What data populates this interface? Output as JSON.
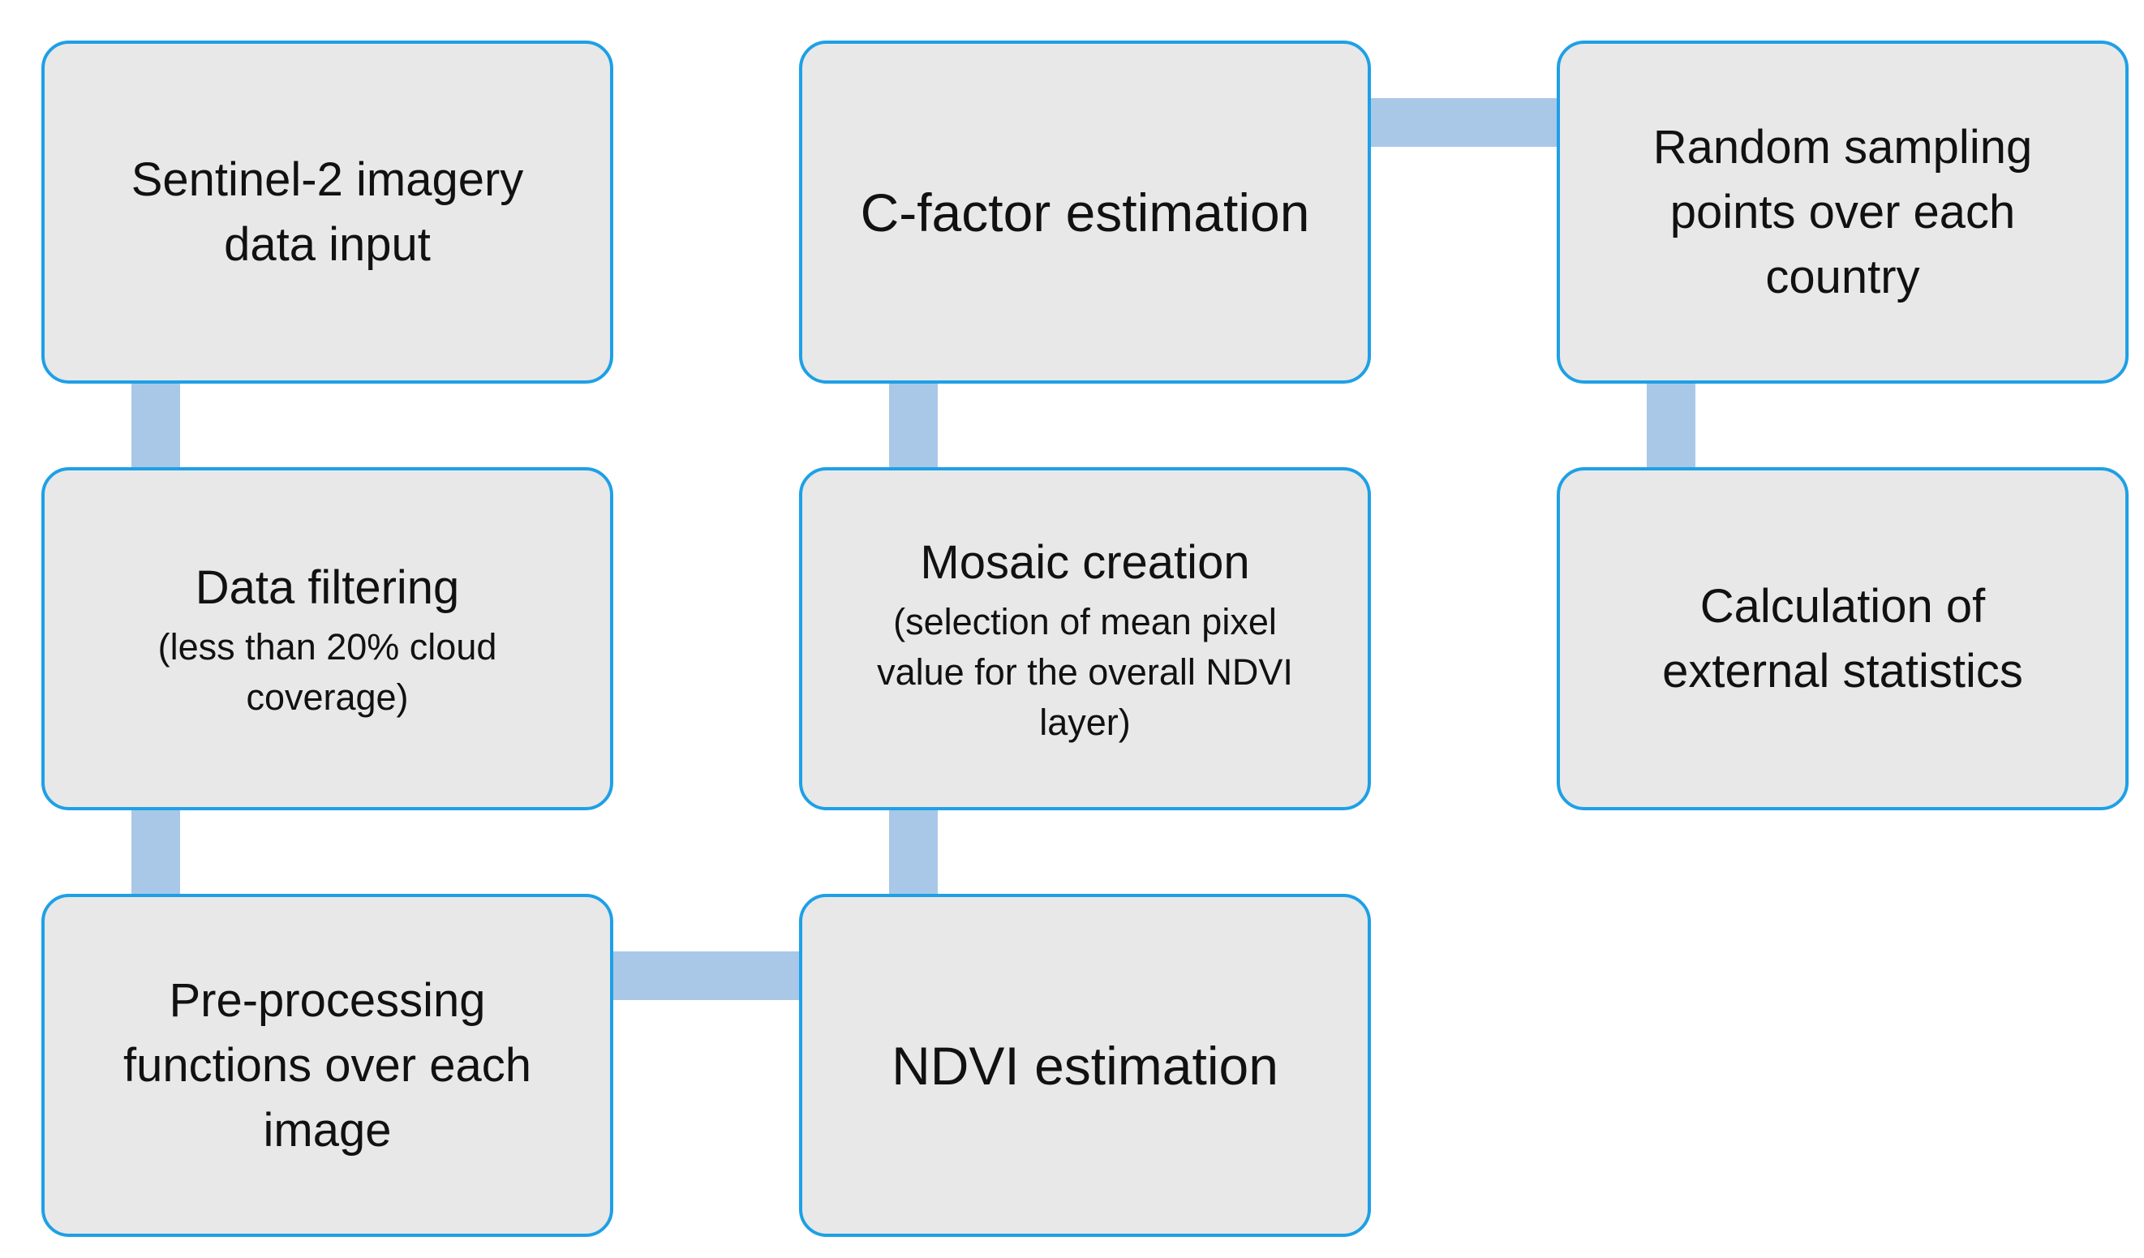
{
  "flowchart": {
    "steps": [
      {
        "title": "Sentinel-2 imagery\ndata input",
        "note": ""
      },
      {
        "title": "Data filtering",
        "note": "(less than 20% cloud\ncoverage)"
      },
      {
        "title": "Pre-processing\nfunctions over each\nimage",
        "note": ""
      },
      {
        "title": "NDVI estimation",
        "note": ""
      },
      {
        "title": "Mosaic creation",
        "note": "(selection of mean pixel\nvalue for the overall NDVI\nlayer)"
      },
      {
        "title": "C-factor estimation",
        "note": ""
      },
      {
        "title": "Random sampling\npoints over each\ncountry",
        "note": ""
      },
      {
        "title": "Calculation of\nexternal statistics",
        "note": ""
      }
    ],
    "colors": {
      "box_fill": "#e8e8e8",
      "box_border": "#1ea0e6",
      "connector": "#a9c8e8",
      "text": "#111111"
    }
  }
}
